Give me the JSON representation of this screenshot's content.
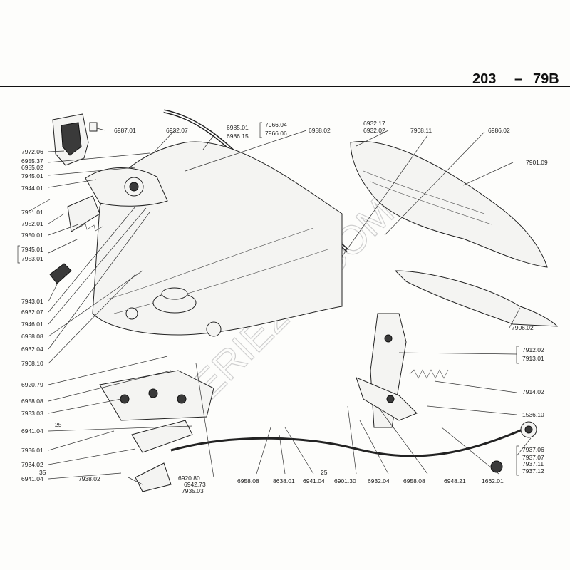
{
  "header": {
    "model": "203",
    "dash": "–",
    "plate": "79B"
  },
  "watermark": "SERIE204.COM",
  "labels": {
    "l6987_01": "6987.01",
    "l6932_07_top": "6932.07",
    "l6985_01": "6985.01",
    "l6986_15": "6986.15",
    "l7966_04": "7966.04",
    "l7966_06": "7966.06",
    "l6958_02": "6958.02",
    "l6932_17": "6932.17",
    "l6932_02": "6932.02",
    "l7908_11": "7908.11",
    "l6986_02": "6986.02",
    "l7901_09": "7901.09",
    "l7972_06": "7972.06",
    "l6955_37": "6955.37",
    "l6955_02": "6955.02",
    "l7945_01": "7945.01",
    "l7944_01": "7944.01",
    "l7951_01": "7951.01",
    "l7952_01": "7952.01",
    "l7950_01": "7950.01",
    "l7945_01b": "7945.01",
    "l7953_01": "7953.01",
    "l7943_01": "7943.01",
    "l6932_07": "6932.07",
    "l7946_01": "7946.01",
    "l6958_08": "6958.08",
    "l6932_04": "6932.04",
    "l7908_10": "7908.10",
    "l6920_79": "6920.79",
    "l6958_08b": "6958.08",
    "l7933_03": "7933.03",
    "l6941_04": "6941.04",
    "l6941_04_sup": "25",
    "l7936_01": "7936.01",
    "l7934_02": "7934.02",
    "l6941_04b": "6941.04",
    "l6941_04b_sup": "35",
    "l7938_02": "7938.02",
    "l6920_80": "6920.80",
    "l6942_73": "6942.73",
    "l7935_03": "7935.03",
    "l6958_08c": "6958.08",
    "l8638_01": "8638.01",
    "l6941_04c": "6941.04",
    "l6941_04c_sup": "25",
    "l6901_30": "6901.30",
    "l6932_04b": "6932.04",
    "l6958_08d": "6958.08",
    "l6948_21": "6948.21",
    "l1662_01": "1662.01",
    "l7906_02": "7906.02",
    "l7912_02": "7912.02",
    "l7913_01": "7913.01",
    "l7914_02": "7914.02",
    "l1536_10": "1536.10",
    "l7937_06": "7937.06",
    "l7937_07": "7937.07",
    "l7937_11": "7937.11",
    "l7937_12": "7937.12"
  }
}
